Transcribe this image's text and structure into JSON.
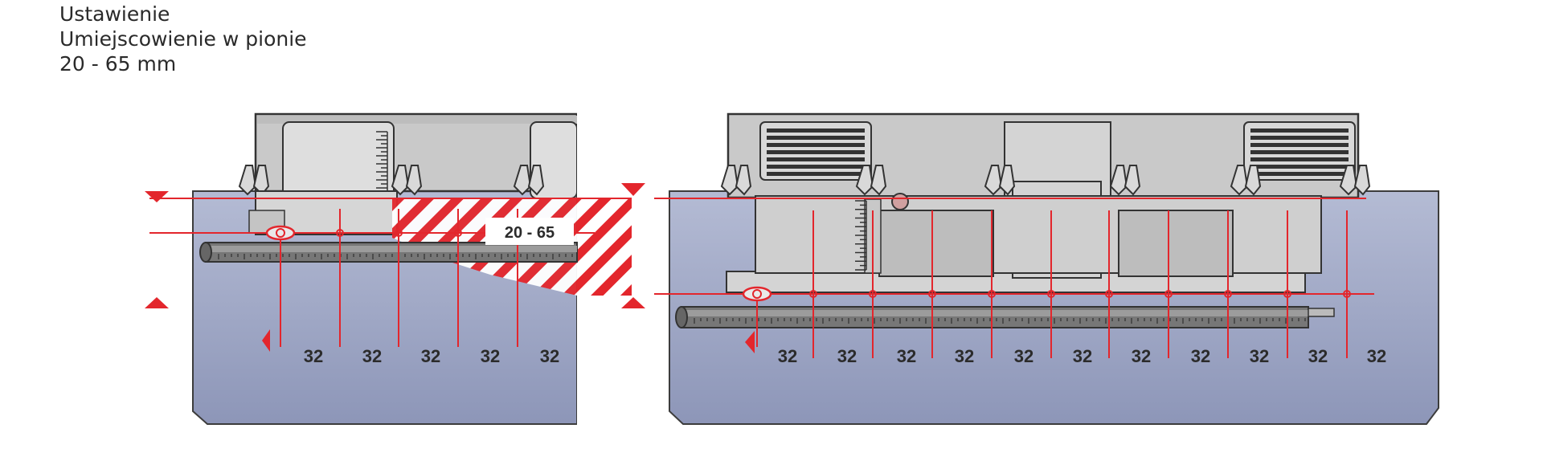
{
  "header": {
    "line1": "Ustawienie",
    "line2": "Umiejscowienie w pionie",
    "line3": "20 - 65 mm"
  },
  "range_label": "20 - 65",
  "left_panel": {
    "spacings": [
      "32",
      "32",
      "32",
      "32",
      "32"
    ]
  },
  "right_panel": {
    "spacings": [
      "32",
      "32",
      "32",
      "32",
      "32",
      "32",
      "32",
      "32",
      "32",
      "32",
      "32"
    ]
  },
  "colors": {
    "accent_red": "#e3262c",
    "board_blue": "#9aa3c2",
    "jig_grey": "#c8c8c8",
    "rail_grey": "#6f6f6f"
  }
}
